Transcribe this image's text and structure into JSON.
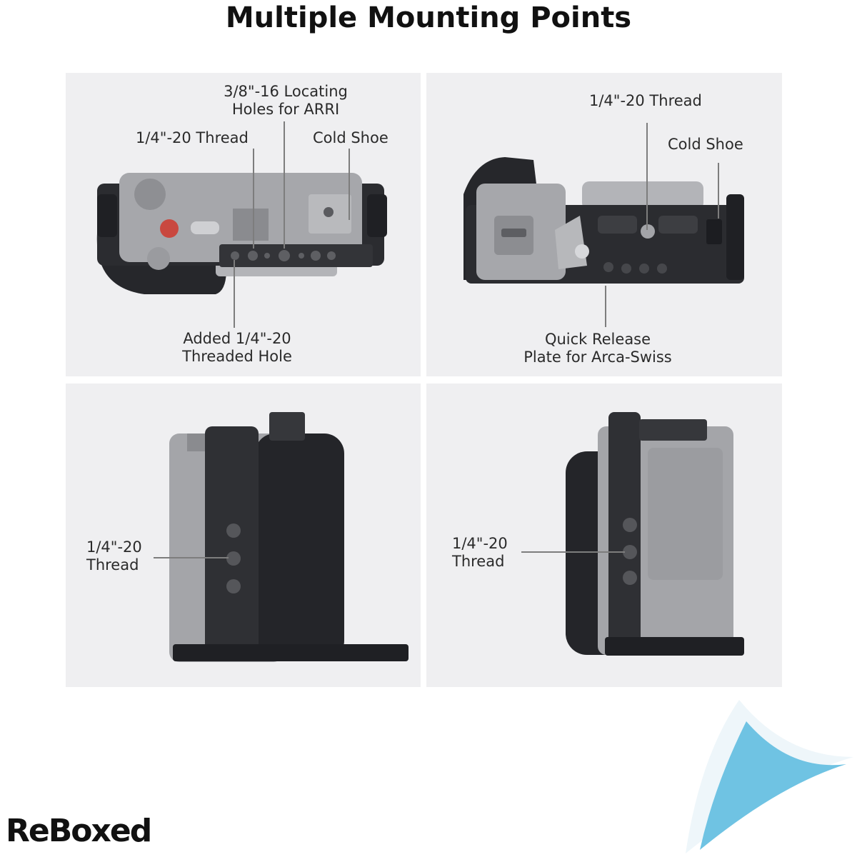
{
  "title": "Multiple Mounting Points",
  "brand": "ReBoxed",
  "panels": {
    "top_left": {
      "labels": {
        "locating_holes": [
          "3/8\"-16 Locating",
          "Holes for ARRI"
        ],
        "thread": "1/4\"-20 Thread",
        "cold_shoe": "Cold Shoe",
        "added_hole": [
          "Added 1/4\"-20",
          "Threaded Hole"
        ]
      }
    },
    "top_right": {
      "labels": {
        "thread": "1/4\"-20 Thread",
        "cold_shoe": "Cold Shoe",
        "quick_release": [
          "Quick Release",
          "Plate for Arca-Swiss"
        ]
      }
    },
    "bottom_left": {
      "labels": {
        "thread": [
          "1/4\"-20",
          "Thread"
        ]
      }
    },
    "bottom_right": {
      "labels": {
        "thread": [
          "1/4\"-20",
          "Thread"
        ]
      }
    }
  },
  "colors": {
    "panel_bg": "#efeff1",
    "cage_metal": "#2b2c30",
    "camera_body": "#a6a7ab",
    "grip": "#232427",
    "corner_fold": "#6fc3e3"
  }
}
